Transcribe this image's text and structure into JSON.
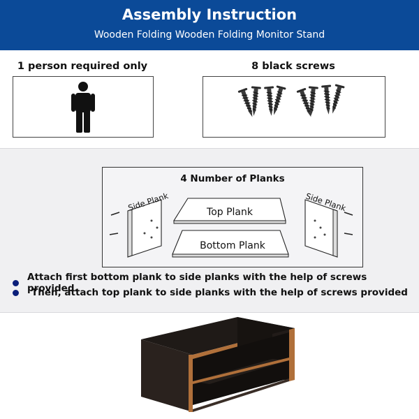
{
  "header": {
    "title": "Assembly Instruction",
    "subtitle": "Wooden Folding Wooden Folding Monitor Stand"
  },
  "requirements": {
    "person_label": "1 person required only",
    "screws_label": "8 black screws"
  },
  "planks": {
    "title": "4 Number of Planks",
    "side_left": "Side Plank",
    "side_right": "Side Plank",
    "top": "Top Plank",
    "bottom": "Bottom Plank"
  },
  "instructions": [
    "Attach first bottom plank to side planks with the help of screws provided.",
    "Then, attach top plank to side planks with the help of screws provided"
  ],
  "colors": {
    "header_bg": "#0b4a98",
    "bullet": "#0b1f7a",
    "wood": "#2a221e",
    "edge": "#b0703a"
  },
  "icons": {
    "person": "person-icon",
    "screw": "screw-icon"
  }
}
